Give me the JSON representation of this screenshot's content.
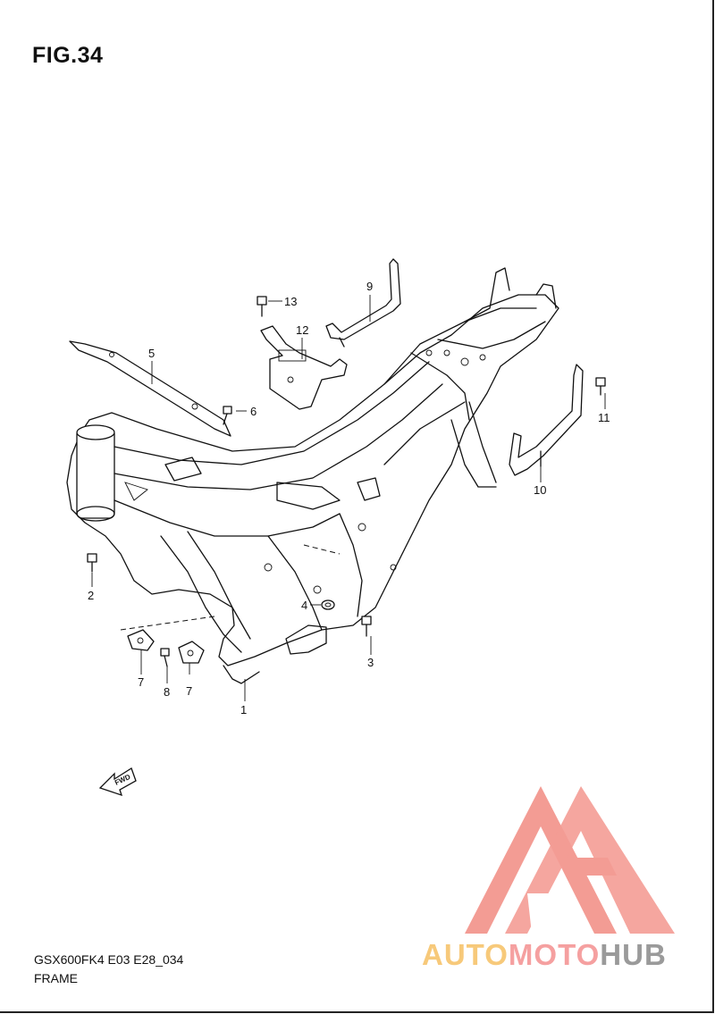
{
  "figure": {
    "title": "FIG.34",
    "model_code": "GSX600FK4 E03 E28_034",
    "section_name": "FRAME",
    "fwd_label": "FWD"
  },
  "callouts": [
    {
      "id": "1",
      "label": "1"
    },
    {
      "id": "2",
      "label": "2"
    },
    {
      "id": "3",
      "label": "3"
    },
    {
      "id": "4",
      "label": "4"
    },
    {
      "id": "5",
      "label": "5"
    },
    {
      "id": "6",
      "label": "6"
    },
    {
      "id": "7a",
      "label": "7"
    },
    {
      "id": "7b",
      "label": "7"
    },
    {
      "id": "8",
      "label": "8"
    },
    {
      "id": "9",
      "label": "9"
    },
    {
      "id": "10",
      "label": "10"
    },
    {
      "id": "11",
      "label": "11"
    },
    {
      "id": "12",
      "label": "12"
    },
    {
      "id": "13",
      "label": "13"
    }
  ],
  "watermark": {
    "part1": "AUTO",
    "part2": "MOTO",
    "part3": "HUB",
    "color_primary": "#f28b82",
    "color_accent": "#f7c97a",
    "color_gray": "#9a9a9a"
  }
}
